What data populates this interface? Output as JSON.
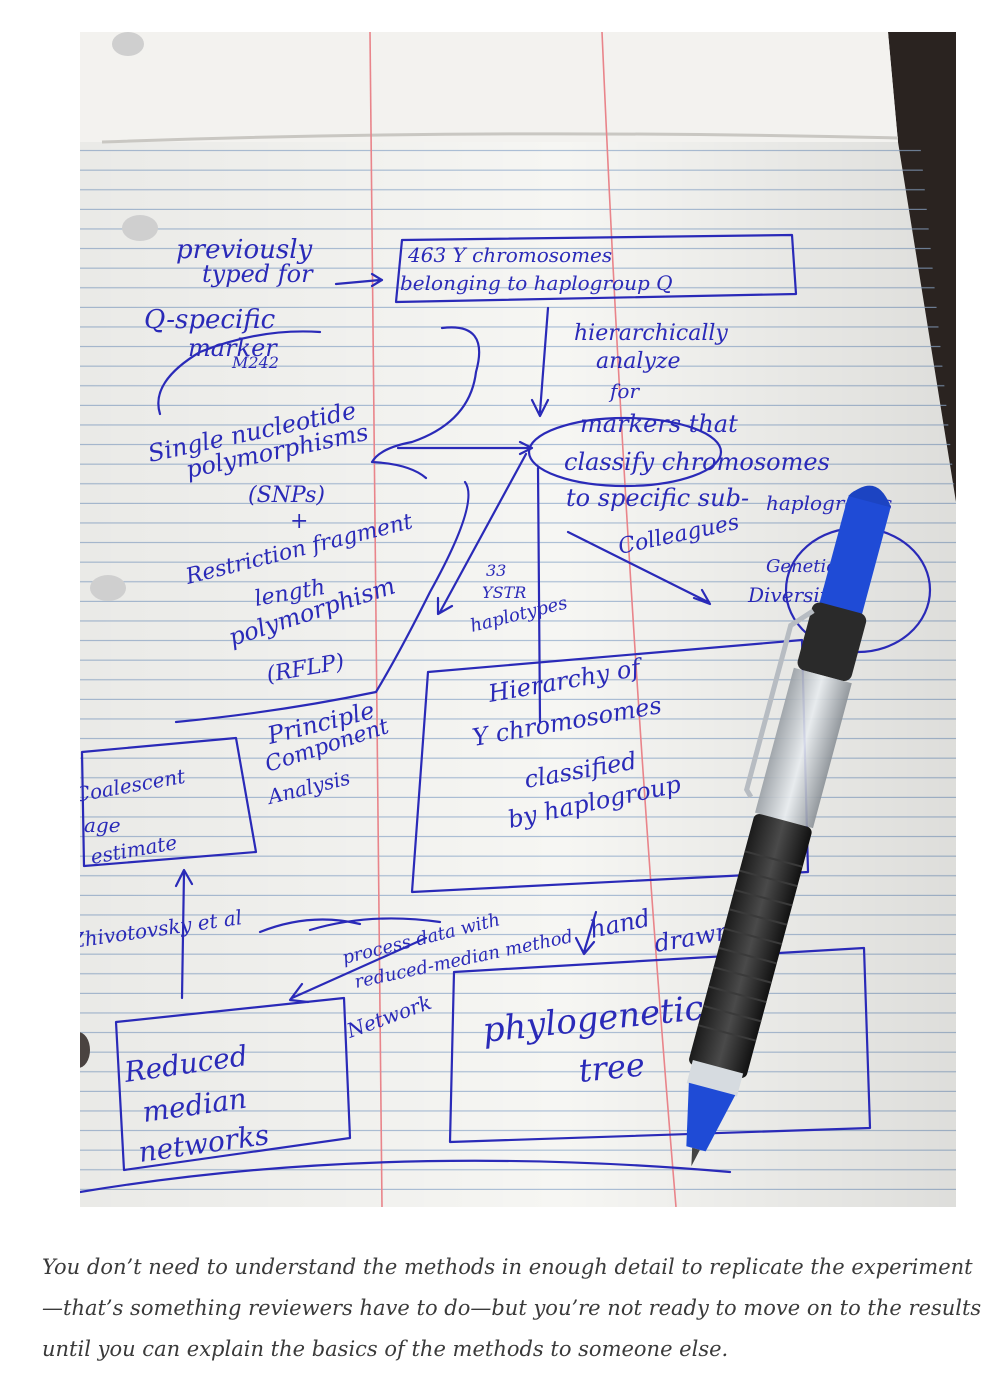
{
  "figure": {
    "image_alt": "Handwritten flowchart on lined notebook paper with a blue pen",
    "notes": {
      "n1": "previously",
      "n2": "typed for",
      "n3": "Q-specific",
      "n4": "marker",
      "n5": "M242",
      "n6": "463 Y chromosomes",
      "n7": "belonging to haplogroup Q",
      "n8": "hierarchically",
      "n9": "analyze",
      "n10": "for",
      "n11": "markers that",
      "n12": "classify chromosomes",
      "n13": "to specific sub-",
      "n14": "haplogroups",
      "n15": "Single nucleotide",
      "n16": "polymorphisms",
      "n17": "(SNPs)",
      "n18": "+",
      "n19": "Restriction fragment",
      "n20": "length",
      "n21": "polymorphism",
      "n22": "(RFLP)",
      "n23": "Principle",
      "n24": "Component",
      "n25": "Analysis",
      "n26": "Genetic",
      "n27": "Diversity",
      "n28": "33",
      "n29": "YSTR",
      "n30": "haplotypes",
      "n31": "Hierarchy of",
      "n32": "Y chromosomes",
      "n33": "classified",
      "n34": "by haplogroup",
      "n35": "Coalescent",
      "n36": "age",
      "n37": "estimate",
      "n38": "Zhivotovsky et al",
      "n39": "process data with",
      "n40": "reduced-median method",
      "n41": "Network",
      "n42": "hand",
      "n43": "drawn?",
      "n44": "Reduced",
      "n45": "median",
      "n46": "networks",
      "n47": "phylogenetic",
      "n48": "tree",
      "n49": "Colleagues"
    }
  },
  "caption": "You don’t need to understand the methods in enough detail to replicate the experiment—that’s something reviewers have to do—but you’re not ready to move on to the results until you can explain the basics of the methods to someone else."
}
